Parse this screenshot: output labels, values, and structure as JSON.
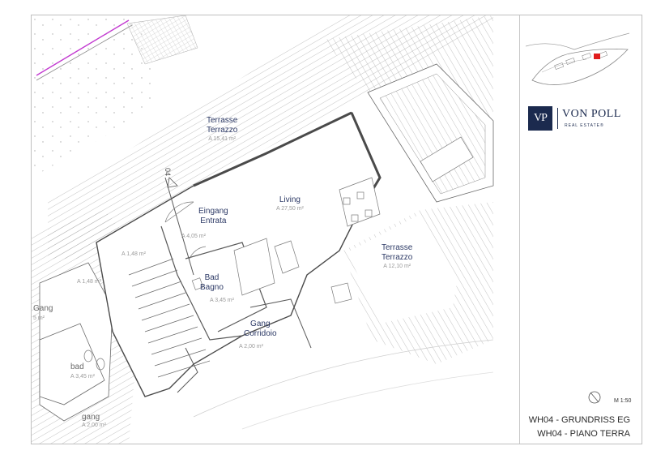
{
  "rooms": {
    "terrace_north": {
      "name": "Terrasse",
      "name_it": "Terrazzo",
      "area": "A 15,41 m²"
    },
    "entrance": {
      "name": "Eingang",
      "name_it": "Entrata",
      "area": "A 4,05 m²"
    },
    "living": {
      "name": "Living",
      "area": "A 27,50 m²"
    },
    "terrace_east": {
      "name": "Terrasse",
      "name_it": "Terrazzo",
      "area": "A 12,10 m²"
    },
    "stair_left": {
      "area": "A 1,48 m²"
    },
    "bath": {
      "name": "Bad",
      "name_it": "Bagno",
      "area": "A 3,45 m²"
    },
    "corridor": {
      "name": "Gang",
      "name_it": "Corridoio",
      "area": "A 2,00 m²"
    },
    "neighbor_stair": {
      "area": "A 1,48 m²"
    },
    "neighbor_gang": {
      "name": "Gang",
      "area": "5 m²"
    },
    "neighbor_bath": {
      "name": "bad",
      "area": "A 3,45 m²"
    },
    "neighbor_corridor": {
      "name": "gang",
      "area": "A 2,00 m²"
    }
  },
  "markers": {
    "unit_number": "04"
  },
  "brand": {
    "mark": "VP",
    "name": "VON POLL",
    "tagline": "REAL ESTATE®",
    "color": "#1b2a4e"
  },
  "scale": "M 1:50",
  "titles": {
    "de": "WH04 - GRUNDRISS EG",
    "it": "WH04 - PIANO TERRA"
  },
  "colors": {
    "room_label": "#2d3a66",
    "area_label": "#9a9a9a",
    "highlight": "#e01b1b",
    "line": "#5a5a5a"
  },
  "icons": [
    "north-arrow-icon",
    "stair-arrow-icon",
    "locator-highlight-icon"
  ]
}
